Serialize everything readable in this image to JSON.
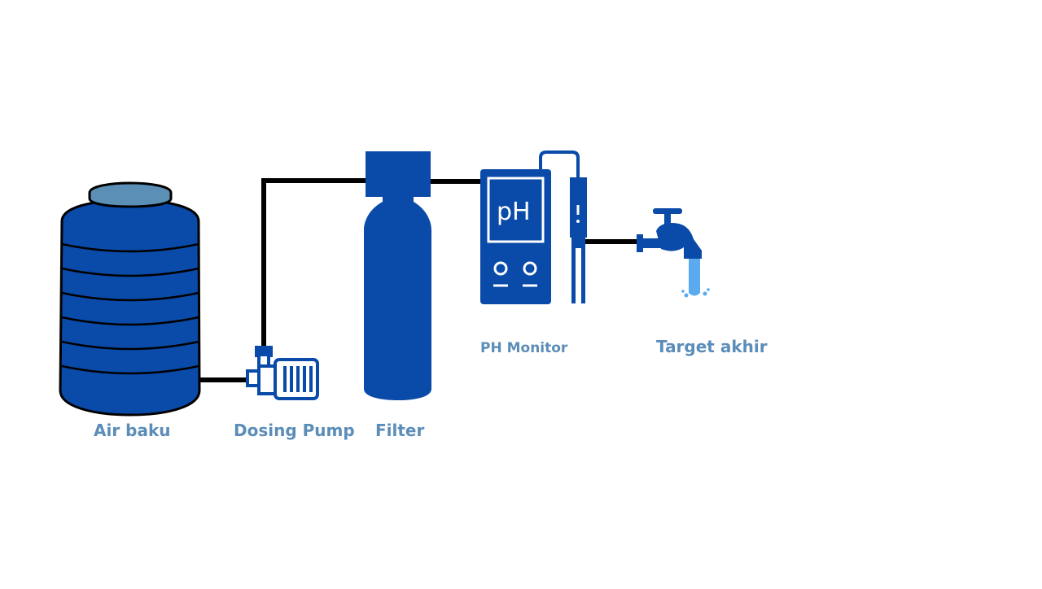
{
  "diagram": {
    "components": {
      "raw_water": {
        "label": "Air baku",
        "icon": "water-tank-icon"
      },
      "pump": {
        "label": "Dosing Pump",
        "icon": "pump-icon"
      },
      "filter": {
        "label": "Filter",
        "icon": "filter-tank-icon"
      },
      "ph_monitor": {
        "label": "PH Monitor",
        "icon": "ph-meter-icon",
        "display_text": "pH"
      },
      "target": {
        "label": "Target akhir",
        "icon": "faucet-icon"
      }
    },
    "flow": [
      "Air baku",
      "Dosing Pump",
      "Filter",
      "PH Monitor",
      "Target akhir"
    ]
  },
  "colors": {
    "primary_blue": "#0a4aa8",
    "tank_lid": "#5b8fb5",
    "water_light": "#5aaaf0",
    "pipe": "#000000",
    "label_text": "#5b8db8"
  }
}
